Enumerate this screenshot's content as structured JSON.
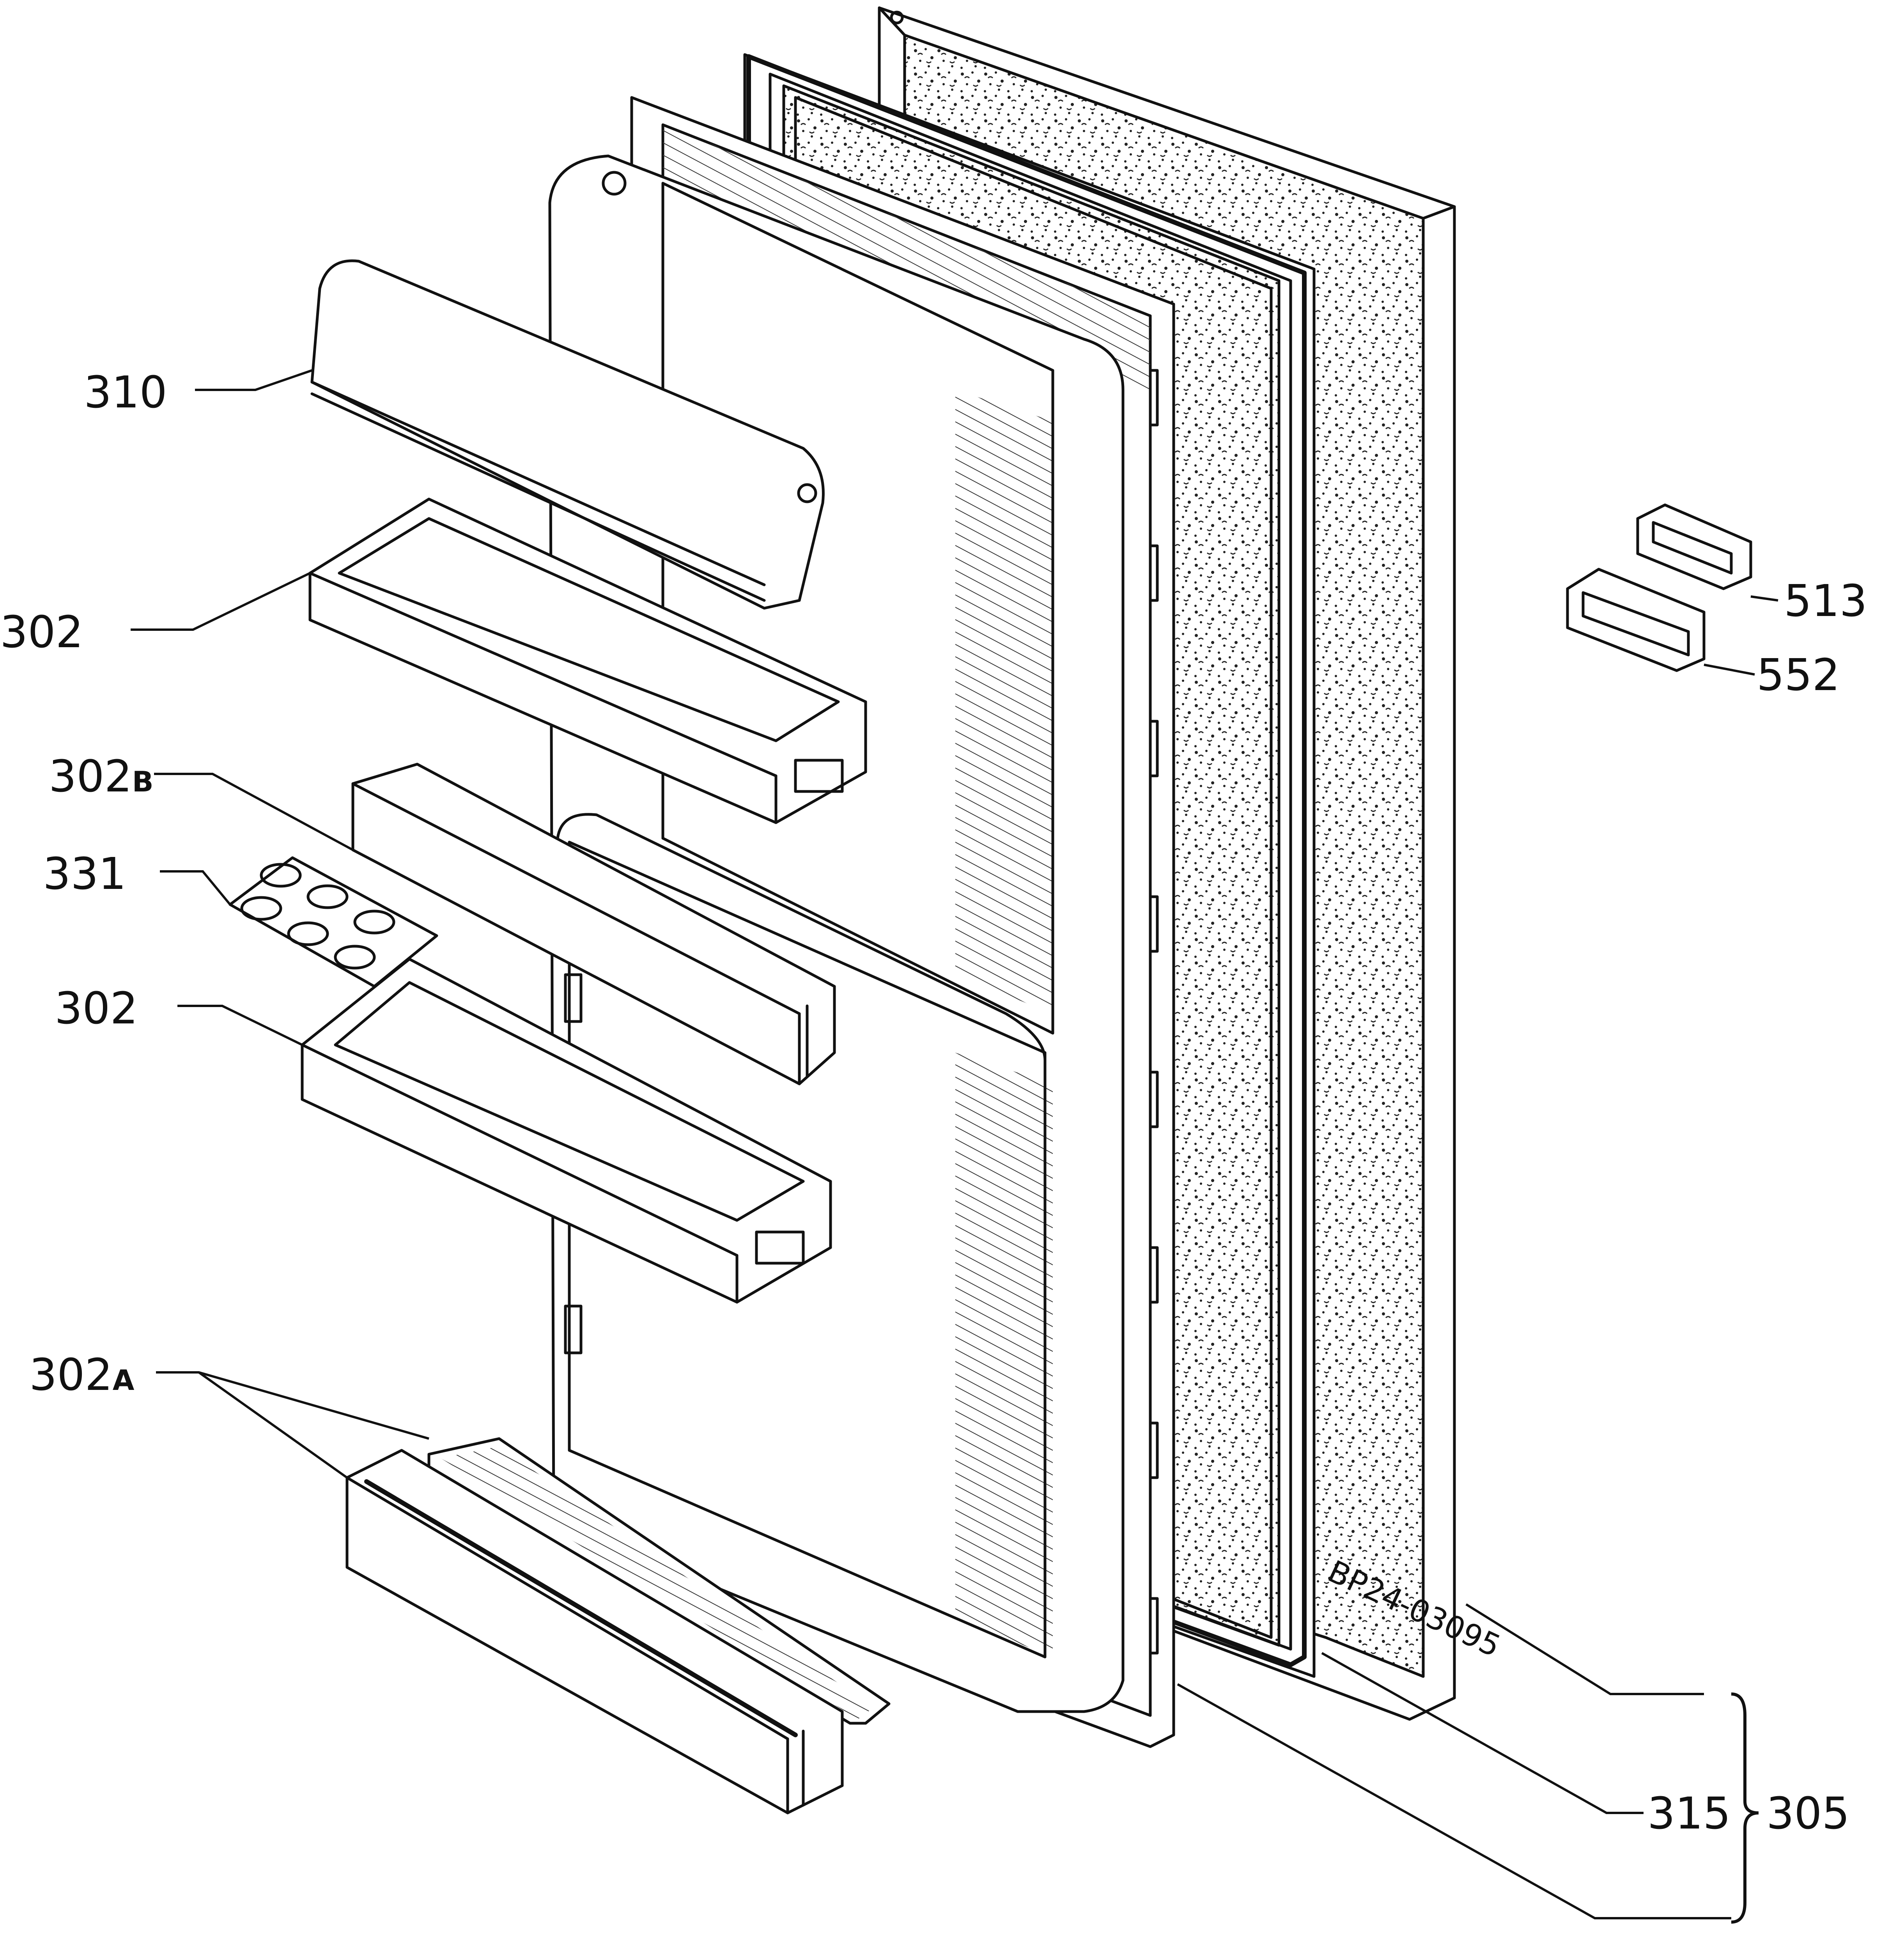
{
  "labels": {
    "p310": "310",
    "p302_top": "302",
    "p302b_num": "302",
    "p302b_suffix": "B",
    "p331": "331",
    "p302_mid": "302",
    "p302a_num": "302",
    "p302a_suffix": "A",
    "p513": "513",
    "p552": "552",
    "p315": "315",
    "p305": "305"
  },
  "drawing_code": "BP24-03095"
}
